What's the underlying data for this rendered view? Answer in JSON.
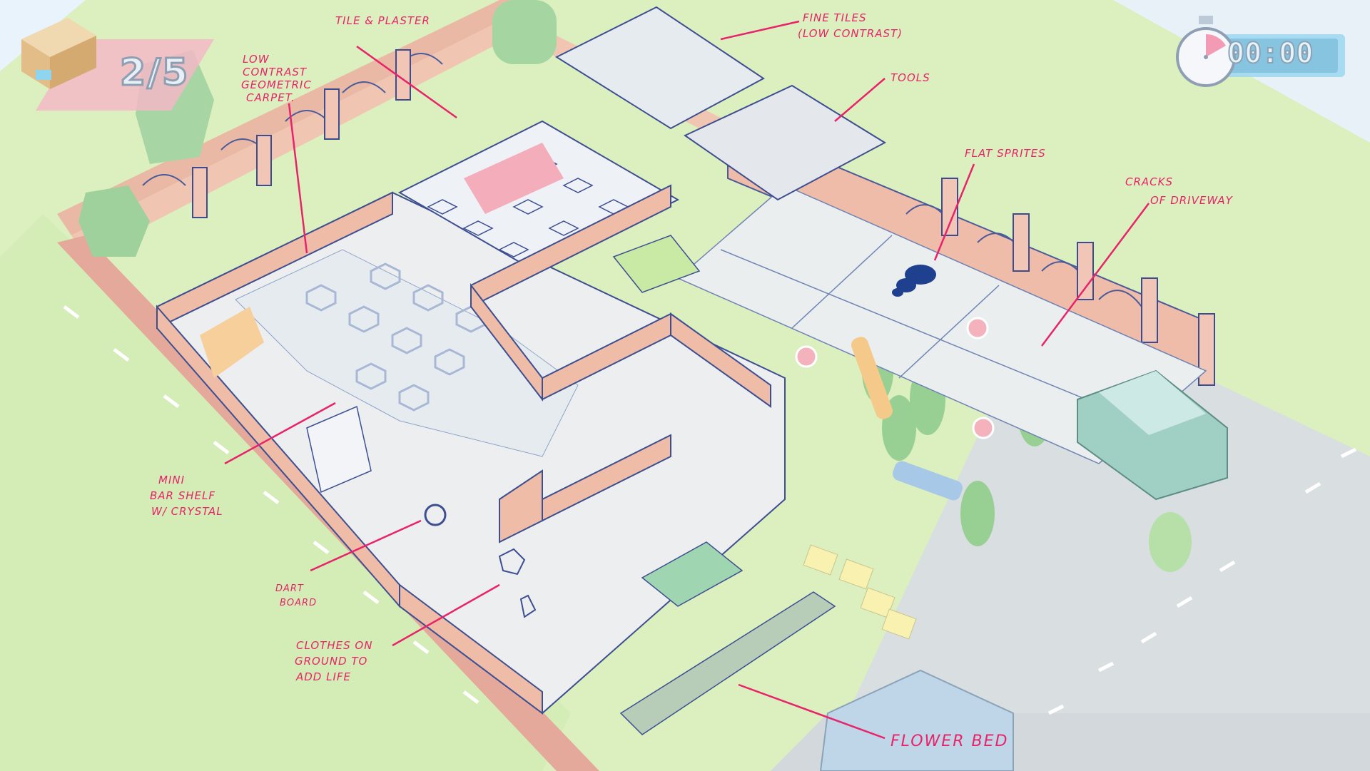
{
  "hud": {
    "delivery_count": "2/5",
    "timer": "00:00",
    "colors": {
      "accent": "#e8236a",
      "timer_bar": "#9fd8f0",
      "counter_banner": "#f3b8c7"
    }
  },
  "annotations": {
    "tile_plaster": "TILE & PLASTER",
    "fine_tiles_1": "FINE TILES",
    "fine_tiles_2": "(LOW CONTRAST)",
    "carpet_1": "LOW",
    "carpet_2": "CONTRAST",
    "carpet_3": "GEOMETRIC",
    "carpet_4": "CARPET.",
    "tools": "TOOLS",
    "flat_sprites": "FLAT SPRITES",
    "cracks_1": "CRACKS",
    "cracks_2": "OF DRIVEWAY",
    "mini_bar_1": "MINI",
    "mini_bar_2": "BAR SHELF",
    "mini_bar_3": "W/ CRYSTAL",
    "dart_1": "DART",
    "dart_2": "BOARD",
    "clothes_1": "CLOTHES ON",
    "clothes_2": "GROUND TO",
    "clothes_3": "ADD LIFE",
    "flower_bed": "FLOWER BED"
  },
  "icons": {
    "counter_icon": "package-box-icon",
    "timer_icon": "stopwatch-icon"
  }
}
